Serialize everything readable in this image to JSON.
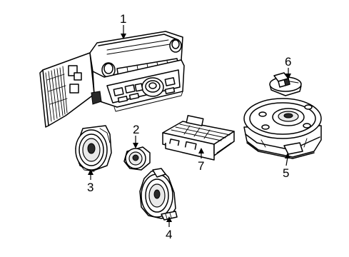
{
  "callouts": [
    "1",
    "2",
    "3",
    "4",
    "5",
    "6",
    "7"
  ],
  "parts": [
    "radio-head-unit",
    "tweeter-speaker",
    "front-door-speaker",
    "rear-door-speaker",
    "subwoofer-enclosure",
    "subwoofer-bracket",
    "amplifier-module"
  ]
}
